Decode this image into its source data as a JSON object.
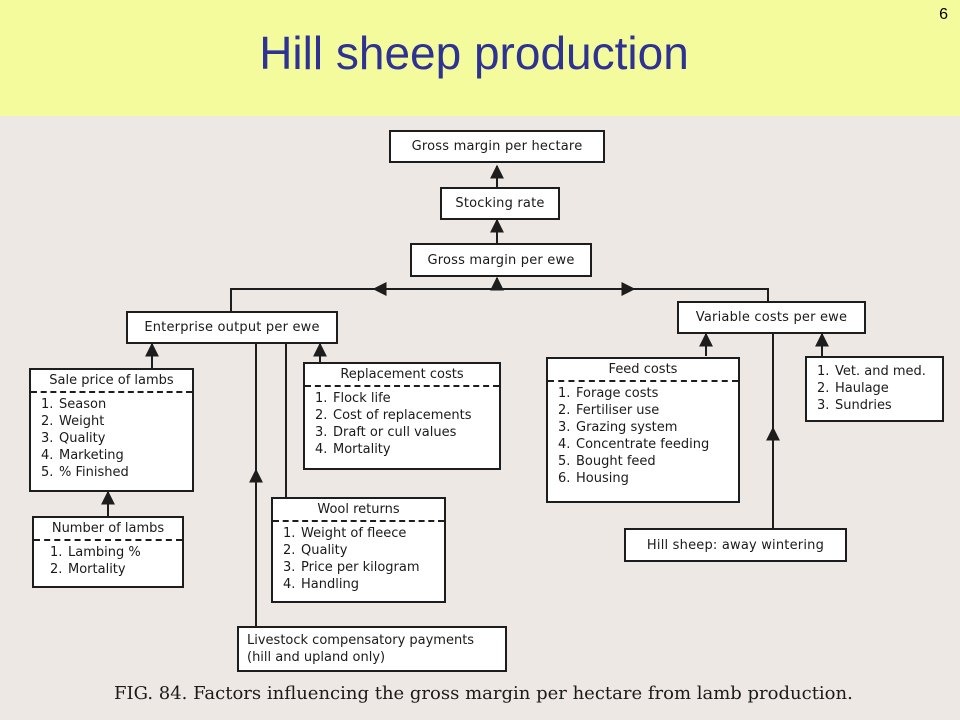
{
  "slide": {
    "title": "Hill sheep production",
    "number": "6"
  },
  "diagram": {
    "gross_margin_per_hectare": "Gross margin per hectare",
    "stocking_rate": "Stocking rate",
    "gross_margin_per_ewe": "Gross margin per ewe",
    "enterprise_output": "Enterprise output per ewe",
    "variable_costs": "Variable costs per ewe",
    "sale_price": {
      "title": "Sale price of lambs",
      "items": [
        "Season",
        "Weight",
        "Quality",
        "Marketing",
        "% Finished"
      ]
    },
    "number_of_lambs": {
      "title": "Number of lambs",
      "items": [
        "Lambing %",
        "Mortality"
      ]
    },
    "replacement_costs": {
      "title": "Replacement costs",
      "items": [
        "Flock life",
        "Cost of replacements",
        "Draft or cull values",
        "Mortality"
      ]
    },
    "wool_returns": {
      "title": "Wool returns",
      "items": [
        "Weight of fleece",
        "Quality",
        "Price per kilogram",
        "Handling"
      ]
    },
    "compensatory": {
      "line1": "Livestock compensatory payments",
      "line2": "(hill and upland only)"
    },
    "feed_costs": {
      "title": "Feed costs",
      "items": [
        "Forage costs",
        "Fertiliser use",
        "Grazing system",
        "Concentrate feeding",
        "Bought feed",
        "Housing"
      ]
    },
    "other_costs": {
      "items": [
        "Vet. and med.",
        "Haulage",
        "Sundries"
      ]
    },
    "away_wintering": "Hill sheep: away wintering"
  },
  "caption": "FIG. 84. Factors influencing the gross margin per hectare from lamb production."
}
